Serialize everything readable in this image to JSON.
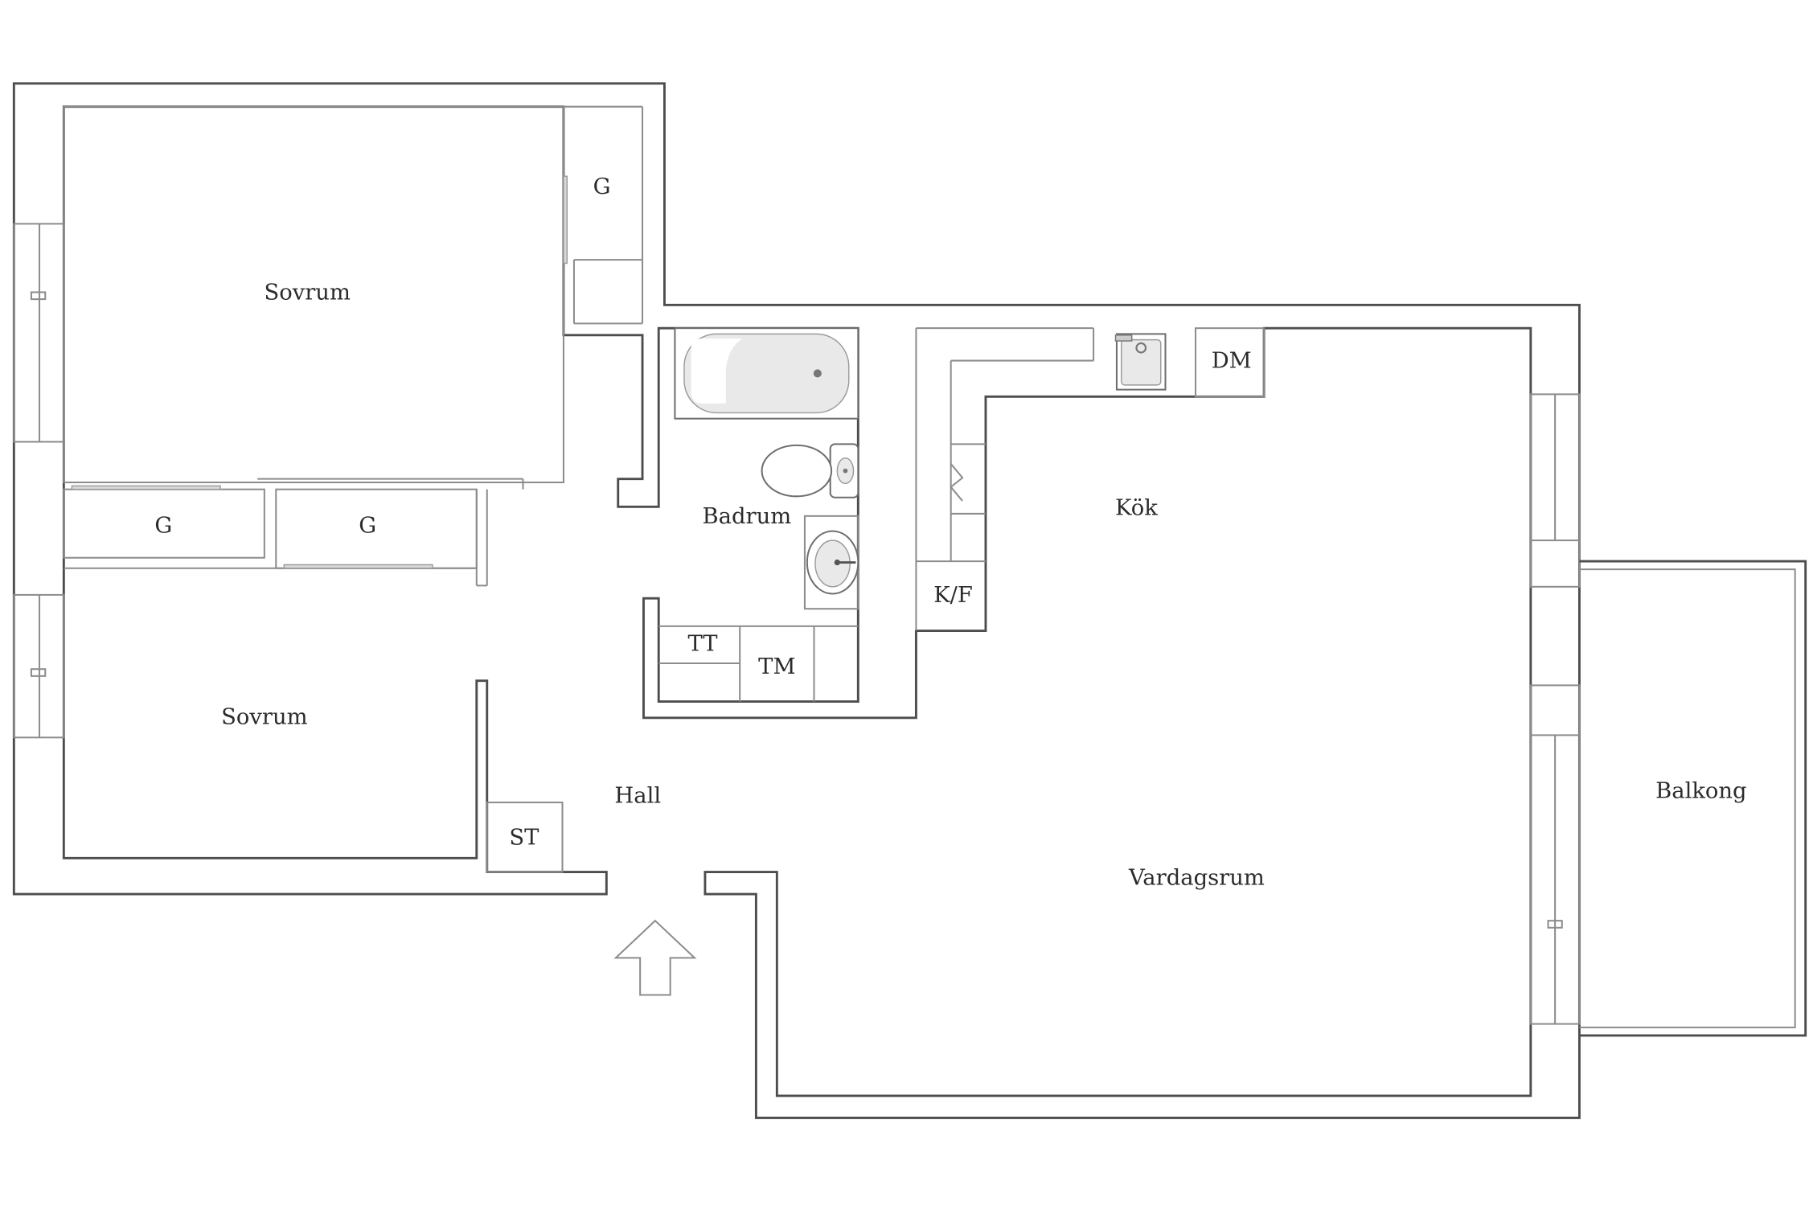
{
  "rooms": {
    "bedroom_1": "Sovrum",
    "bedroom_2": "Sovrum",
    "wardrobe_top": "G",
    "wardrobe_left": "G",
    "wardrobe_mid": "G",
    "bathroom": "Badrum",
    "kitchen": "Kök",
    "hall": "Hall",
    "living_room": "Vardagsrum",
    "balcony": "Balkong"
  },
  "fixtures": {
    "dishwasher": "DM",
    "fridge_freezer": "K/F",
    "dryer": "TT",
    "washer": "TM",
    "storage": "ST"
  },
  "icons": {
    "entrance": "arrow-up-icon",
    "bathtub": "bathtub-icon",
    "toilet": "toilet-icon",
    "basin": "sink-icon",
    "kitchen_sink": "kitchen-sink-icon"
  },
  "colors": {
    "wall": "#4d4d4d",
    "line": "#8c8c8c",
    "background": "#ffffff"
  }
}
